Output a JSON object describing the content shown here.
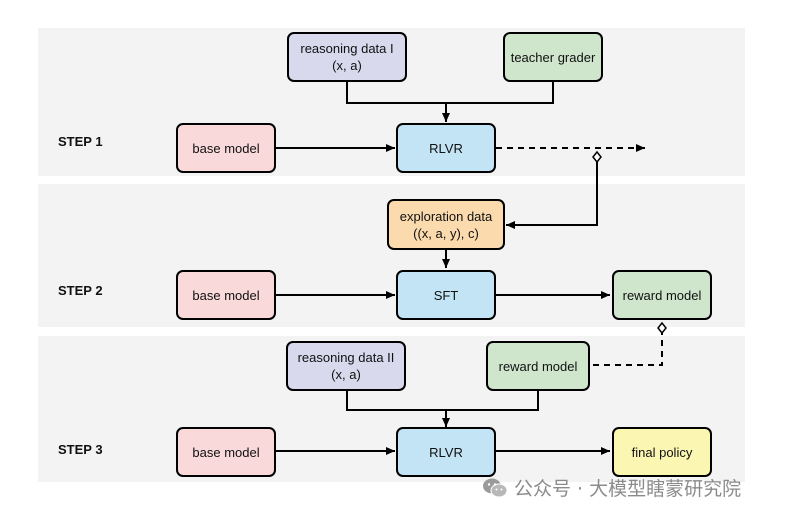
{
  "steps": {
    "s1": "STEP 1",
    "s2": "STEP 2",
    "s3": "STEP 3"
  },
  "step1": {
    "reasoning": "reasoning data I\n(x, a)",
    "grader": "teacher grader",
    "base": "base model",
    "rlvr": "RLVR"
  },
  "step2": {
    "exploration": "exploration data\n((x, a, y), c)",
    "base": "base model",
    "sft": "SFT",
    "reward": "reward model"
  },
  "step3": {
    "reasoning": "reasoning data II\n(x, a)",
    "reward": "reward model",
    "base": "base model",
    "rlvr": "RLVR",
    "policy": "final policy"
  },
  "watermark": {
    "text": "公众号 · 大模型瞎蒙研究院",
    "icon": "wechat-icon"
  },
  "colors": {
    "base": "#f9d9d9",
    "process": "#c3e4f5",
    "data": "#d9d9ee",
    "grader": "#cfe6cd",
    "exploration": "#fbdbae",
    "policy": "#fbf7b3",
    "band": "#f3f3f3"
  }
}
